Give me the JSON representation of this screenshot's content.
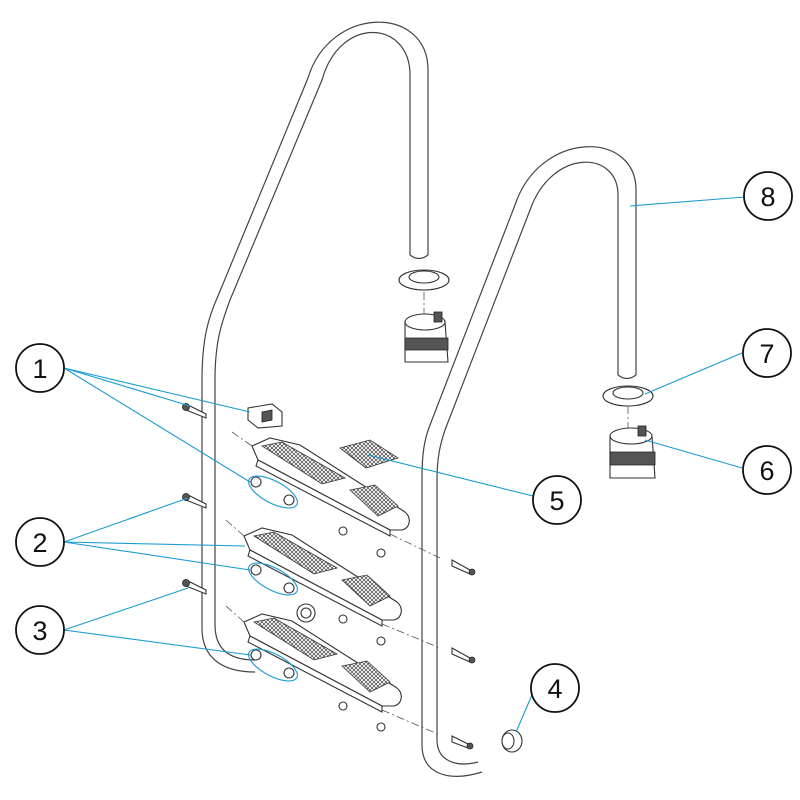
{
  "callouts": [
    {
      "id": "1",
      "label": "1"
    },
    {
      "id": "2",
      "label": "2"
    },
    {
      "id": "3",
      "label": "3"
    },
    {
      "id": "4",
      "label": "4"
    },
    {
      "id": "5",
      "label": "5"
    },
    {
      "id": "6",
      "label": "6"
    },
    {
      "id": "7",
      "label": "7"
    },
    {
      "id": "8",
      "label": "8"
    }
  ],
  "colors": {
    "leader": "#1a9bd3",
    "outline": "#333333",
    "background": "#ffffff"
  }
}
